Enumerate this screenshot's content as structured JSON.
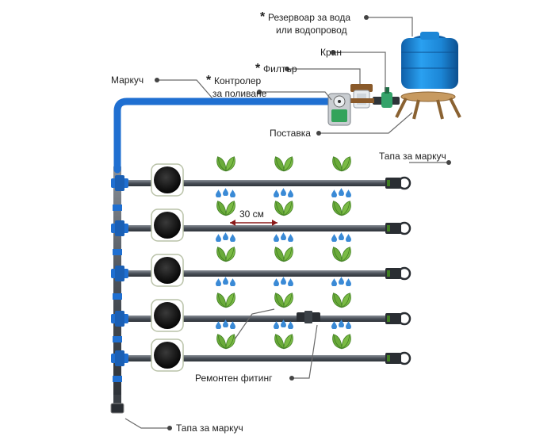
{
  "labels": {
    "reservoir_line1": "Резервоар за вода",
    "reservoir_line2": "или водопровод",
    "tap": "Кран",
    "filter": "Филтър",
    "controller_line1": "Контролер",
    "controller_line2": "за поливане",
    "hose": "Маркуч",
    "stand": "Поставка",
    "hose_cap_right": "Тапа за маркуч",
    "spacing": "30 см",
    "repair_fitting": "Ремонтен фитинг",
    "hose_cap_bottom": "Тапа за маркуч"
  },
  "marks": {
    "asterisk": "*"
  },
  "colors": {
    "main_hose": "#1f6fd1",
    "drip_line": "#5b6169",
    "leaf": "#6aab3a",
    "leaf_dark": "#3f7c22",
    "drop": "#3a8ad6",
    "tank": "#1c86d6",
    "leader": "#6a6a6a"
  },
  "icons": {
    "drip_emitter": "emitter-disc-icon",
    "plant": "leaf-icon",
    "water": "droplet-icon",
    "end_cap": "hose-cap-icon"
  }
}
